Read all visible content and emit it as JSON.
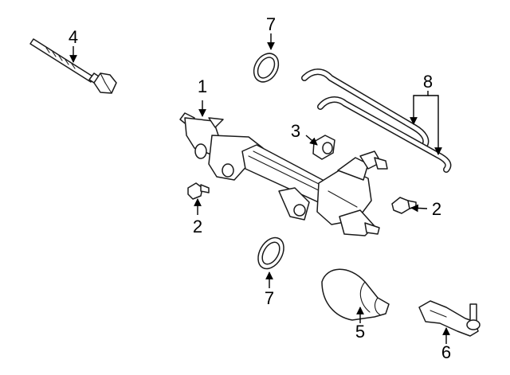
{
  "diagram": {
    "callouts": {
      "c1": "1",
      "c2a": "2",
      "c2b": "2",
      "c3": "3",
      "c4": "4",
      "c5": "5",
      "c6": "6",
      "c7a": "7",
      "c7b": "7",
      "c8": "8"
    }
  }
}
